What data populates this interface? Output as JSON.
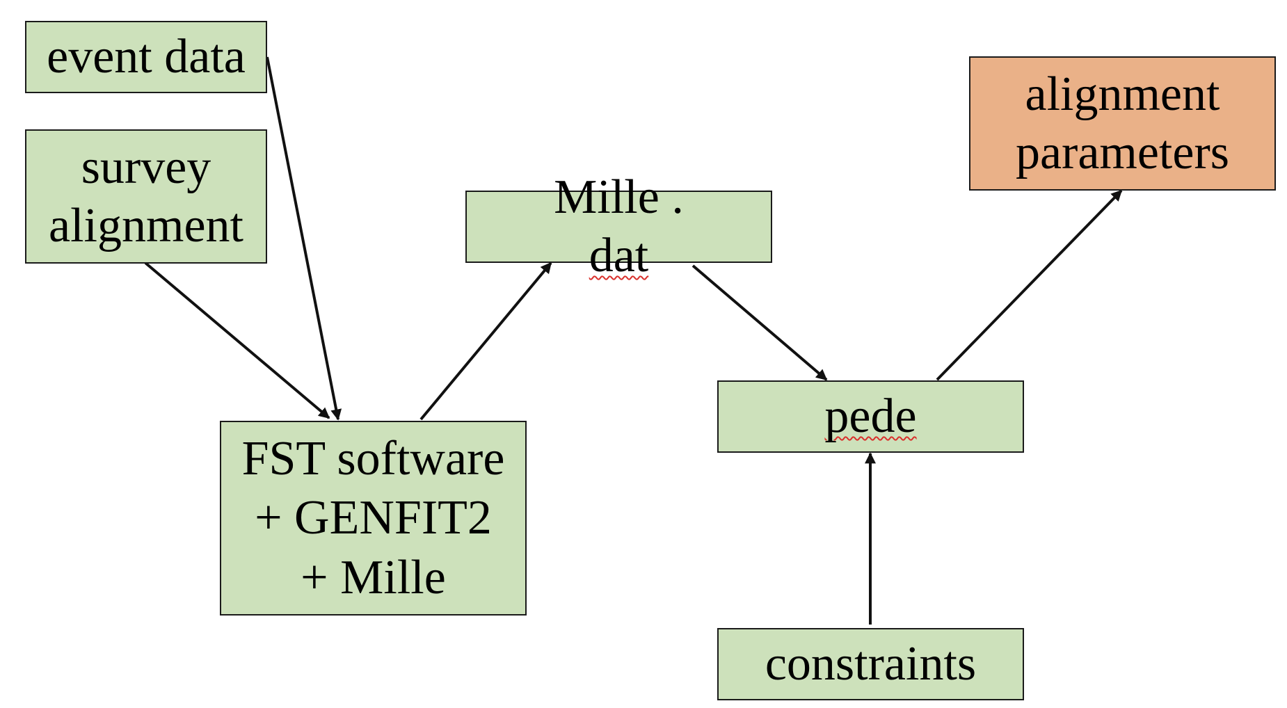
{
  "nodes": {
    "event_data": {
      "lines": [
        "event data"
      ]
    },
    "survey_alignment": {
      "lines": [
        "survey",
        "alignment"
      ]
    },
    "fst_software": {
      "lines": [
        "FST software",
        "+ GENFIT2",
        "+ Mille"
      ]
    },
    "mille_dat": {
      "pre": "Mille .",
      "flagged": "dat"
    },
    "pede": {
      "flagged": "pede"
    },
    "constraints": {
      "lines": [
        "constraints"
      ]
    },
    "alignment_parameters": {
      "lines": [
        "alignment",
        "parameters"
      ]
    }
  },
  "colors": {
    "input_box": "#cde1bb",
    "output_box": "#eab188",
    "arrow": "#111111",
    "spellcheck_underline": "#d9302c"
  }
}
